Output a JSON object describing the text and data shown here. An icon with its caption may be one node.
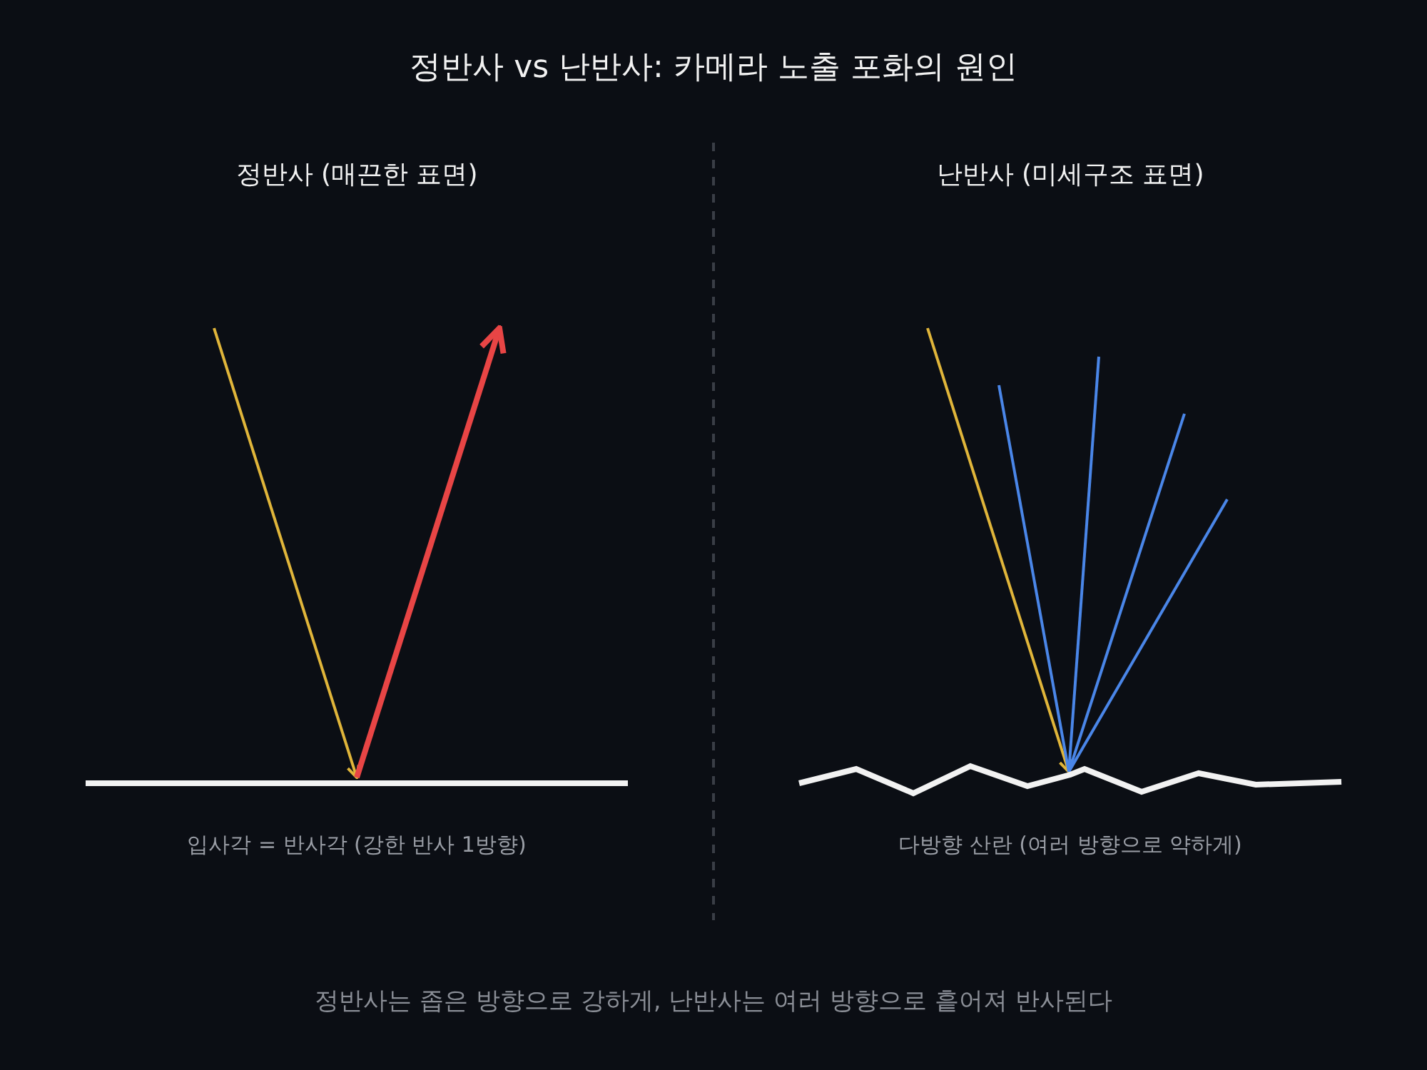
{
  "diagram": {
    "title": "정반사 vs 난반사: 카메라 노출 포화의 원인",
    "nodes": [
      {
        "text": [],
        "shape": "line"
      },
      {
        "text": [],
        "shape": "line"
      }
    ],
    "edges": [
      {
        "from": null,
        "to": 0,
        "arrow": "to",
        "color": "#e0b53a"
      },
      {
        "from": 0,
        "to": null,
        "arrow": "to",
        "style": "thick",
        "color": "#e84545"
      },
      {
        "from": null,
        "to": 1,
        "arrow": "to",
        "color": "#e0b53a"
      },
      {
        "from": 1,
        "to": null,
        "arrow": "none"
      },
      {
        "from": 1,
        "to": null,
        "arrow": "none"
      },
      {
        "from": 1,
        "to": null,
        "arrow": "none"
      },
      {
        "from": 1,
        "to": null,
        "arrow": "none"
      }
    ],
    "labels": [
      "정반사 (매끈한 표면)",
      "난반사 (미세구조 표면)",
      "입사각 = 반사각 (강한 반사 1방향)",
      "다방향 산란 (여러 방향으로 약하게)"
    ],
    "caption": "정반사는 좁은 방향으로 강하게, 난반사는 여러 방향으로 흩어져 반사된다"
  }
}
